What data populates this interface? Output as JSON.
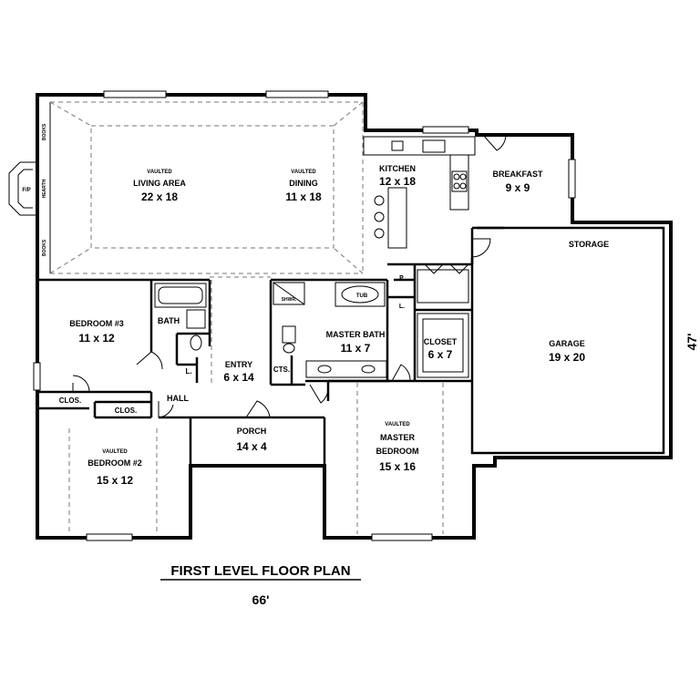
{
  "plan": {
    "title": "FIRST LEVEL FLOOR PLAN",
    "width_dimension": "66'",
    "depth_dimension": "47'"
  },
  "rooms": {
    "living": {
      "note": "VAULTED",
      "name": "LIVING AREA",
      "size": "22 x 18"
    },
    "dining": {
      "note": "VAULTED",
      "name": "DINING",
      "size": "11 x 18"
    },
    "kitchen": {
      "name": "KITCHEN",
      "size": "12 x 18"
    },
    "breakfast": {
      "name": "BREAKFAST",
      "size": "9 x 9"
    },
    "storage": {
      "name": "STORAGE"
    },
    "garage": {
      "name": "GARAGE",
      "size": "19 x 20"
    },
    "bedroom3": {
      "name": "BEDROOM #3",
      "size": "11 x 12"
    },
    "bath": {
      "name": "BATH"
    },
    "entry": {
      "name": "ENTRY",
      "size": "6 x 14"
    },
    "master_bath": {
      "name": "MASTER BATH",
      "size": "11 x 7"
    },
    "closet": {
      "name": "CLOSET",
      "size": "6 x 7"
    },
    "hall": {
      "name": "HALL"
    },
    "porch": {
      "name": "PORCH",
      "size": "14 x 4"
    },
    "bedroom2": {
      "note": "VAULTED",
      "name": "BEDROOM #2",
      "size": "15 x 12"
    },
    "master_bedroom": {
      "note": "VAULTED",
      "name_line1": "MASTER",
      "name_line2": "BEDROOM",
      "size": "15 x 16"
    }
  },
  "small_labels": {
    "closet_1": "CLOS.",
    "closet_2": "CLOS.",
    "linen_bath": "L.",
    "linen_master": "L.",
    "pantry": "P.",
    "cts": "CTS.",
    "tub": "TUB",
    "shower": "SHWR.",
    "fireplace": "F/P",
    "hearth": "HEARTH",
    "books_top": "BOOKS",
    "books_bottom": "BOOKS"
  }
}
